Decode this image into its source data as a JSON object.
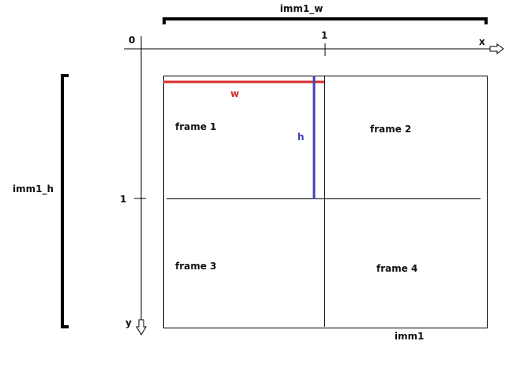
{
  "labels": {
    "image_width": "imm1_w",
    "image_height": "imm1_h",
    "origin": "0",
    "x_tick": "1",
    "y_tick": "1",
    "x_axis": "x",
    "y_axis": "y",
    "width_marker": "w",
    "height_marker": "h",
    "image_name": "imm1"
  },
  "frames": [
    "frame 1",
    "frame 2",
    "frame 3",
    "frame 4"
  ],
  "colors": {
    "width_marker": "#d92b2b",
    "height_marker": "#4040b8",
    "ink": "#000000"
  }
}
